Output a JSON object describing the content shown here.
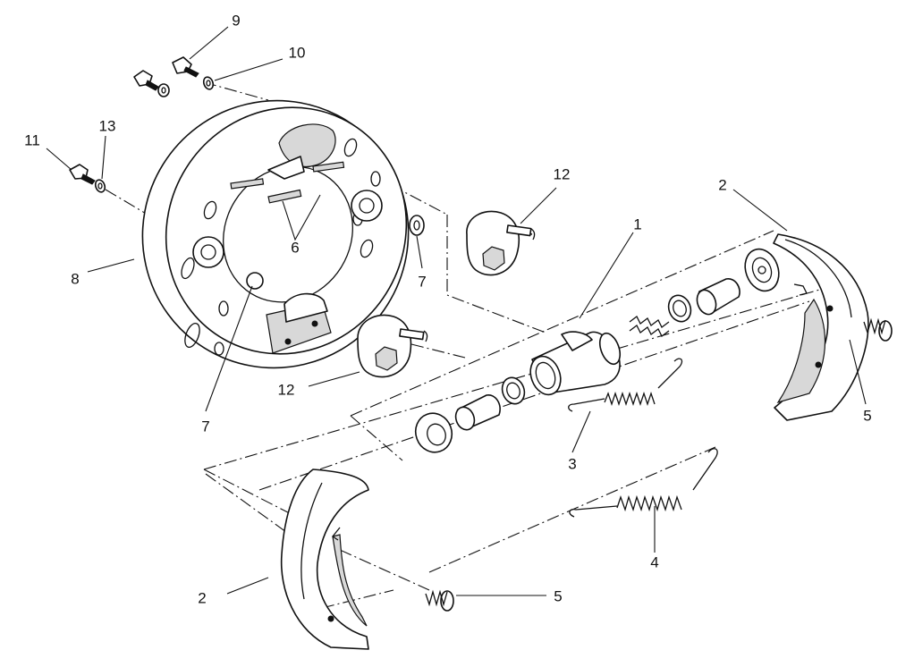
{
  "callouts": {
    "c1": "1",
    "c2a": "2",
    "c2b": "2",
    "c3": "3",
    "c4": "4",
    "c5a": "5",
    "c5b": "5",
    "c6": "6",
    "c7a": "7",
    "c7b": "7",
    "c8": "8",
    "c9": "9",
    "c10": "10",
    "c11": "11",
    "c12a": "12",
    "c12b": "12",
    "c13": "13"
  }
}
